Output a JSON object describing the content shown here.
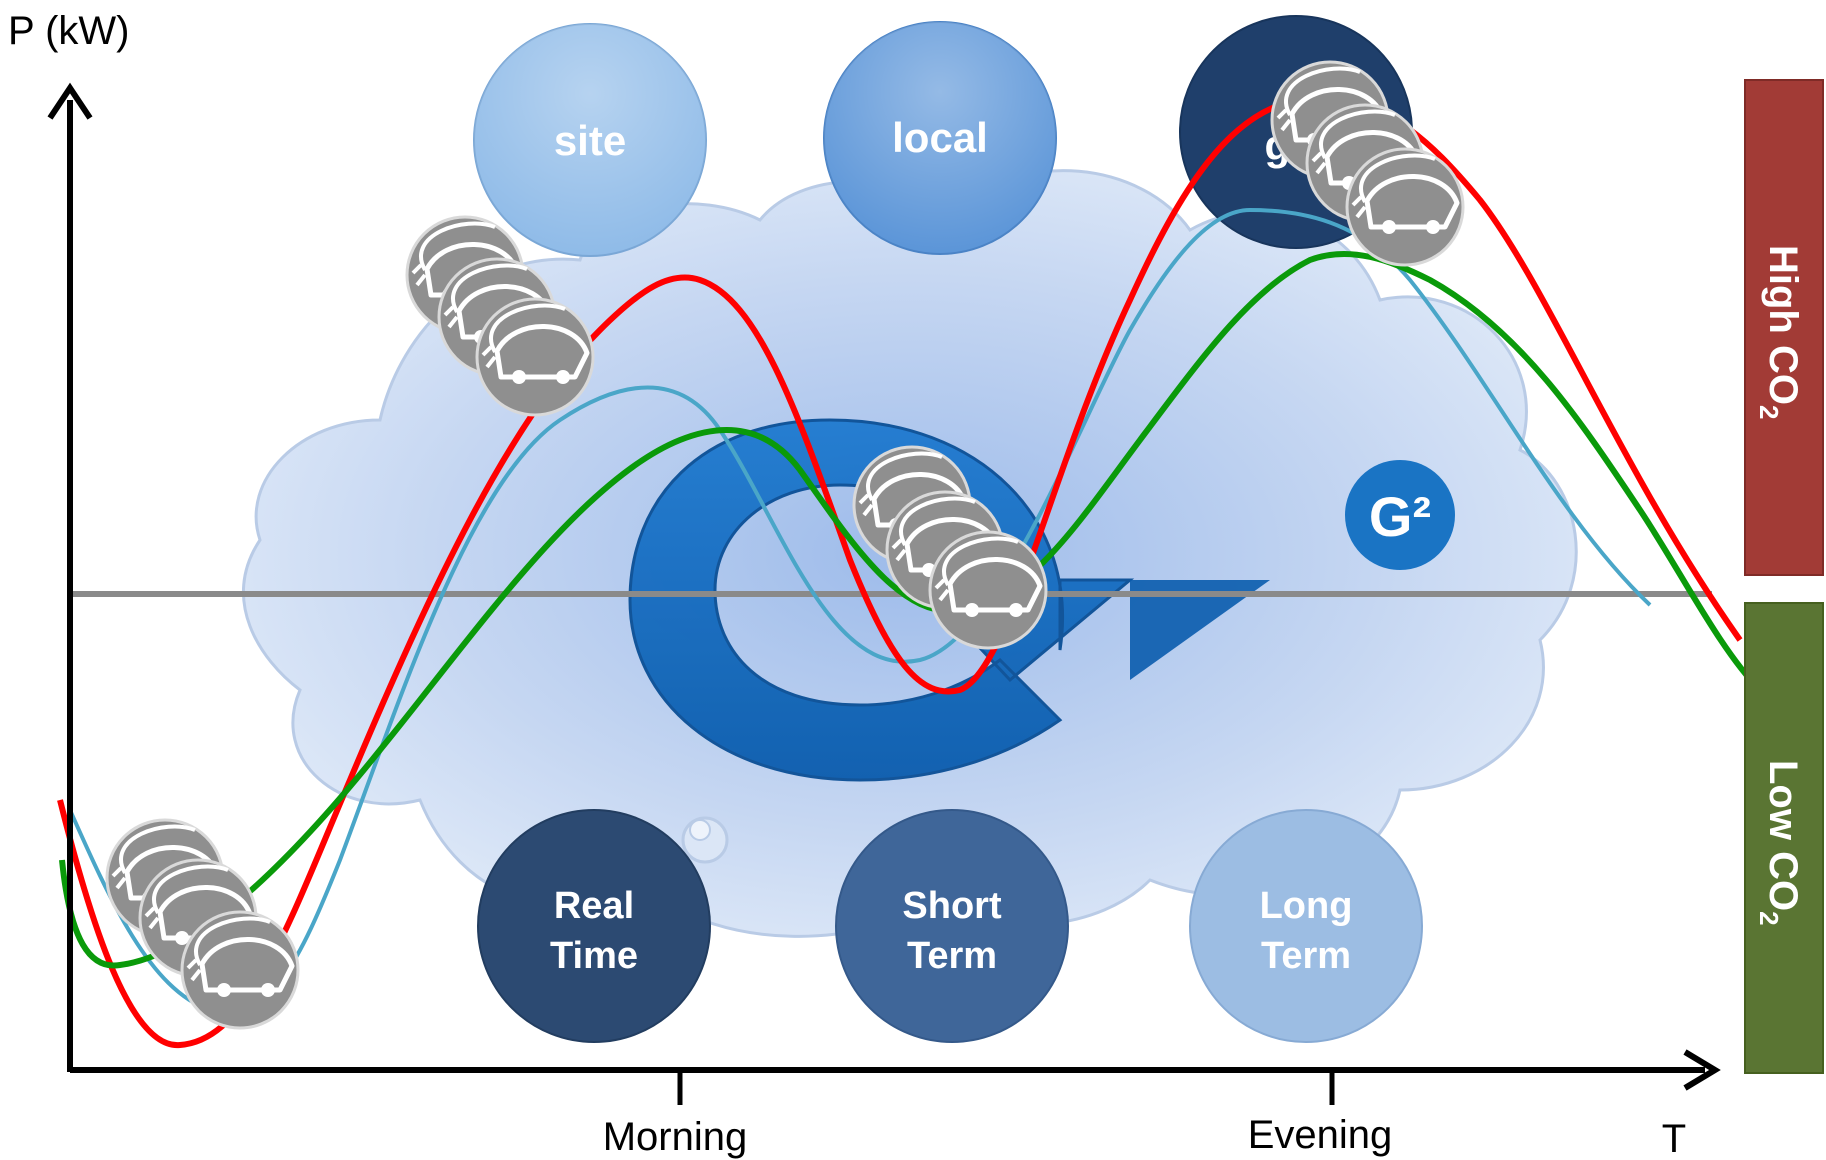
{
  "title_fragment": "CONCEPT",
  "axes": {
    "y_label": "P (kW)",
    "x_label": "T",
    "x_ticks": [
      "Morning",
      "Evening"
    ]
  },
  "scope_circles": [
    {
      "label": "site",
      "color": "#8fbbe8"
    },
    {
      "label": "local",
      "color": "#5b95d8"
    },
    {
      "label": "glo",
      "color": "#1f3f6b"
    }
  ],
  "horizon_circles": [
    {
      "line1": "Real",
      "line2": "Time",
      "color": "#2c4a72"
    },
    {
      "line1": "Short",
      "line2": "Term",
      "color": "#3f6699"
    },
    {
      "line1": "Long",
      "line2": "Term",
      "color": "#9cbde3"
    }
  ],
  "logo": {
    "text": "G²",
    "color": "#1a74c4"
  },
  "co2_bars": [
    {
      "base": "High CO",
      "sub": "2",
      "color": "#a23b36"
    },
    {
      "base": "Low CO",
      "sub": "2",
      "color": "#5a7533"
    }
  ],
  "curve_colors": {
    "red": "#ff0000",
    "cyan": "#4aa6c8",
    "green": "#0a9a0a",
    "baseline": "#8a8a8a"
  },
  "icons": [
    "ev-car-stack-icon",
    "ev-car-stack-icon",
    "ev-car-stack-icon",
    "ev-car-stack-icon"
  ]
}
